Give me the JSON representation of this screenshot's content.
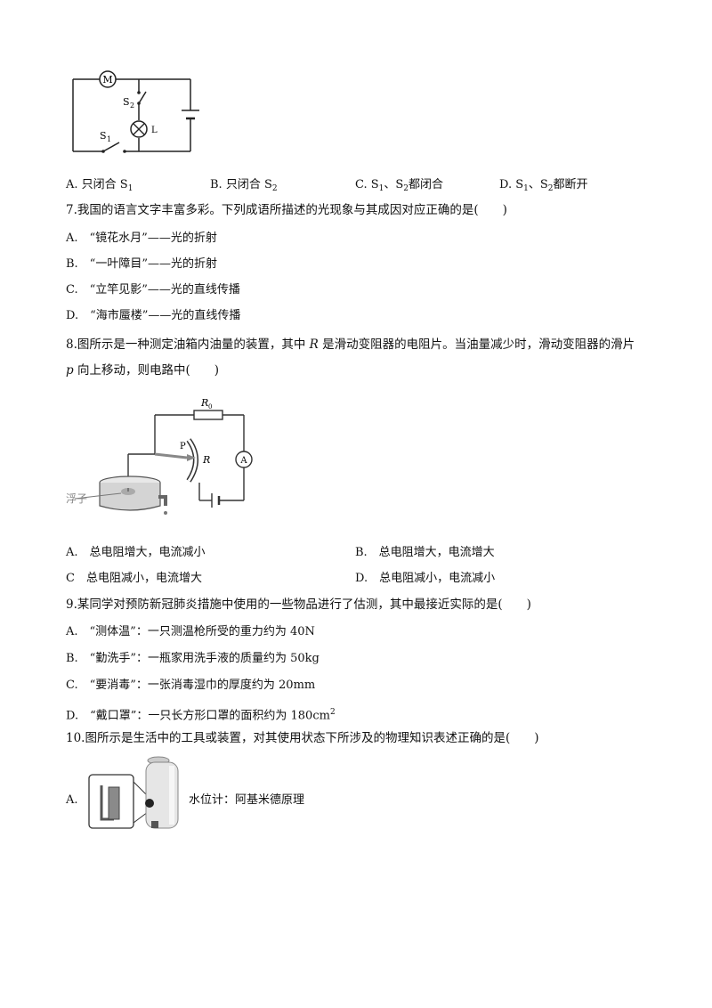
{
  "circuit1": {
    "motor_label": "M",
    "s2_label": "S",
    "s2_sub": "2",
    "lamp_label": "L",
    "s1_label": "S",
    "s1_sub": "1"
  },
  "q6_options": {
    "a": {
      "text": "A. 只闭合 S",
      "sub": "1"
    },
    "b": {
      "text": "B. 只闭合 S",
      "sub": "2"
    },
    "c": {
      "pre": "C. S",
      "sub1": "1",
      "mid": "、S",
      "sub2": "2",
      "post": "都闭合"
    },
    "d": {
      "pre": "D. S",
      "sub1": "1",
      "mid": "、S",
      "sub2": "2",
      "post": "都断开"
    }
  },
  "q7": {
    "stem": "7.我国的语言文字丰富多彩。下列成语所描述的光现象与其成因对应正确的是(　　)",
    "options": [
      "A.　“镜花水月”——光的折射",
      "B.　“一叶障目”——光的折射",
      "C.　“立竿见影”——光的直线传播",
      "D.　“海市蜃楼”——光的直线传播"
    ]
  },
  "q8": {
    "stem_line1_pre": "8.图所示是一种测定油箱内油量的装置，其中 ",
    "stem_var_R": "R",
    "stem_line1_post": " 是滑动变阻器的电阻片。当油量减少时，滑动变阻器的滑片",
    "stem_var_p": "p",
    "stem_line2_post": " 向上移动，则电路中(　　)",
    "figure": {
      "r0_label": "R",
      "r0_sub": "0",
      "p_label": "P",
      "r_label": "R",
      "ammeter_label": "A",
      "float_label": "浮子"
    },
    "options": [
      "A.　总电阻增大，电流减小",
      "B.　总电阻增大，电流增大",
      "C　总电阻减小，电流增大",
      "D.　总电阻减小，电流减小"
    ]
  },
  "q9": {
    "stem": "9.某同学对预防新冠肺炎措施中使用的一些物品进行了估测，其中最接近实际的是(　　)",
    "options": [
      "A.　“测体温”：一只测温枪所受的重力约为 40N",
      "B.　“勤洗手”：一瓶家用洗手液的质量约为 50kg",
      "C.　“要消毒”：一张消毒湿巾的厚度约为 20mm"
    ],
    "option_d": {
      "text": "D.　“戴口罩”：一只长方形口罩的面积约为 180cm",
      "sup": "2"
    }
  },
  "q10": {
    "stem": "10.图所示是生活中的工具或装置，对其使用状态下所涉及的物理知识表述正确的是(　　)",
    "option_a_label": "A.",
    "option_a_text": "水位计：阿基米德原理"
  }
}
